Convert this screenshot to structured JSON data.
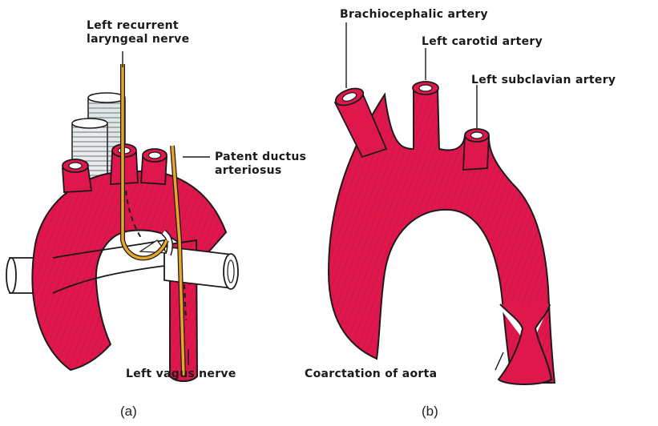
{
  "colors": {
    "aorta": "#e0174d",
    "aorta_dark": "#b0103a",
    "nerve": "#e8a52a",
    "outline": "#1a1a1a",
    "trachea": "#dfe6e8"
  },
  "panel_a": {
    "caption": "(a)",
    "labels": {
      "recurrent_nerve_line1": "Left recurrent",
      "recurrent_nerve_line2": "laryngeal nerve",
      "ductus_line1": "Patent ductus",
      "ductus_line2": "arteriosus",
      "vagus": "Left vagus nerve"
    }
  },
  "panel_b": {
    "caption": "(b)",
    "labels": {
      "brachiocephalic": "Brachiocephalic artery",
      "carotid": "Left carotid artery",
      "subclavian": "Left subclavian artery",
      "coarctation": "Coarctation of aorta"
    }
  }
}
